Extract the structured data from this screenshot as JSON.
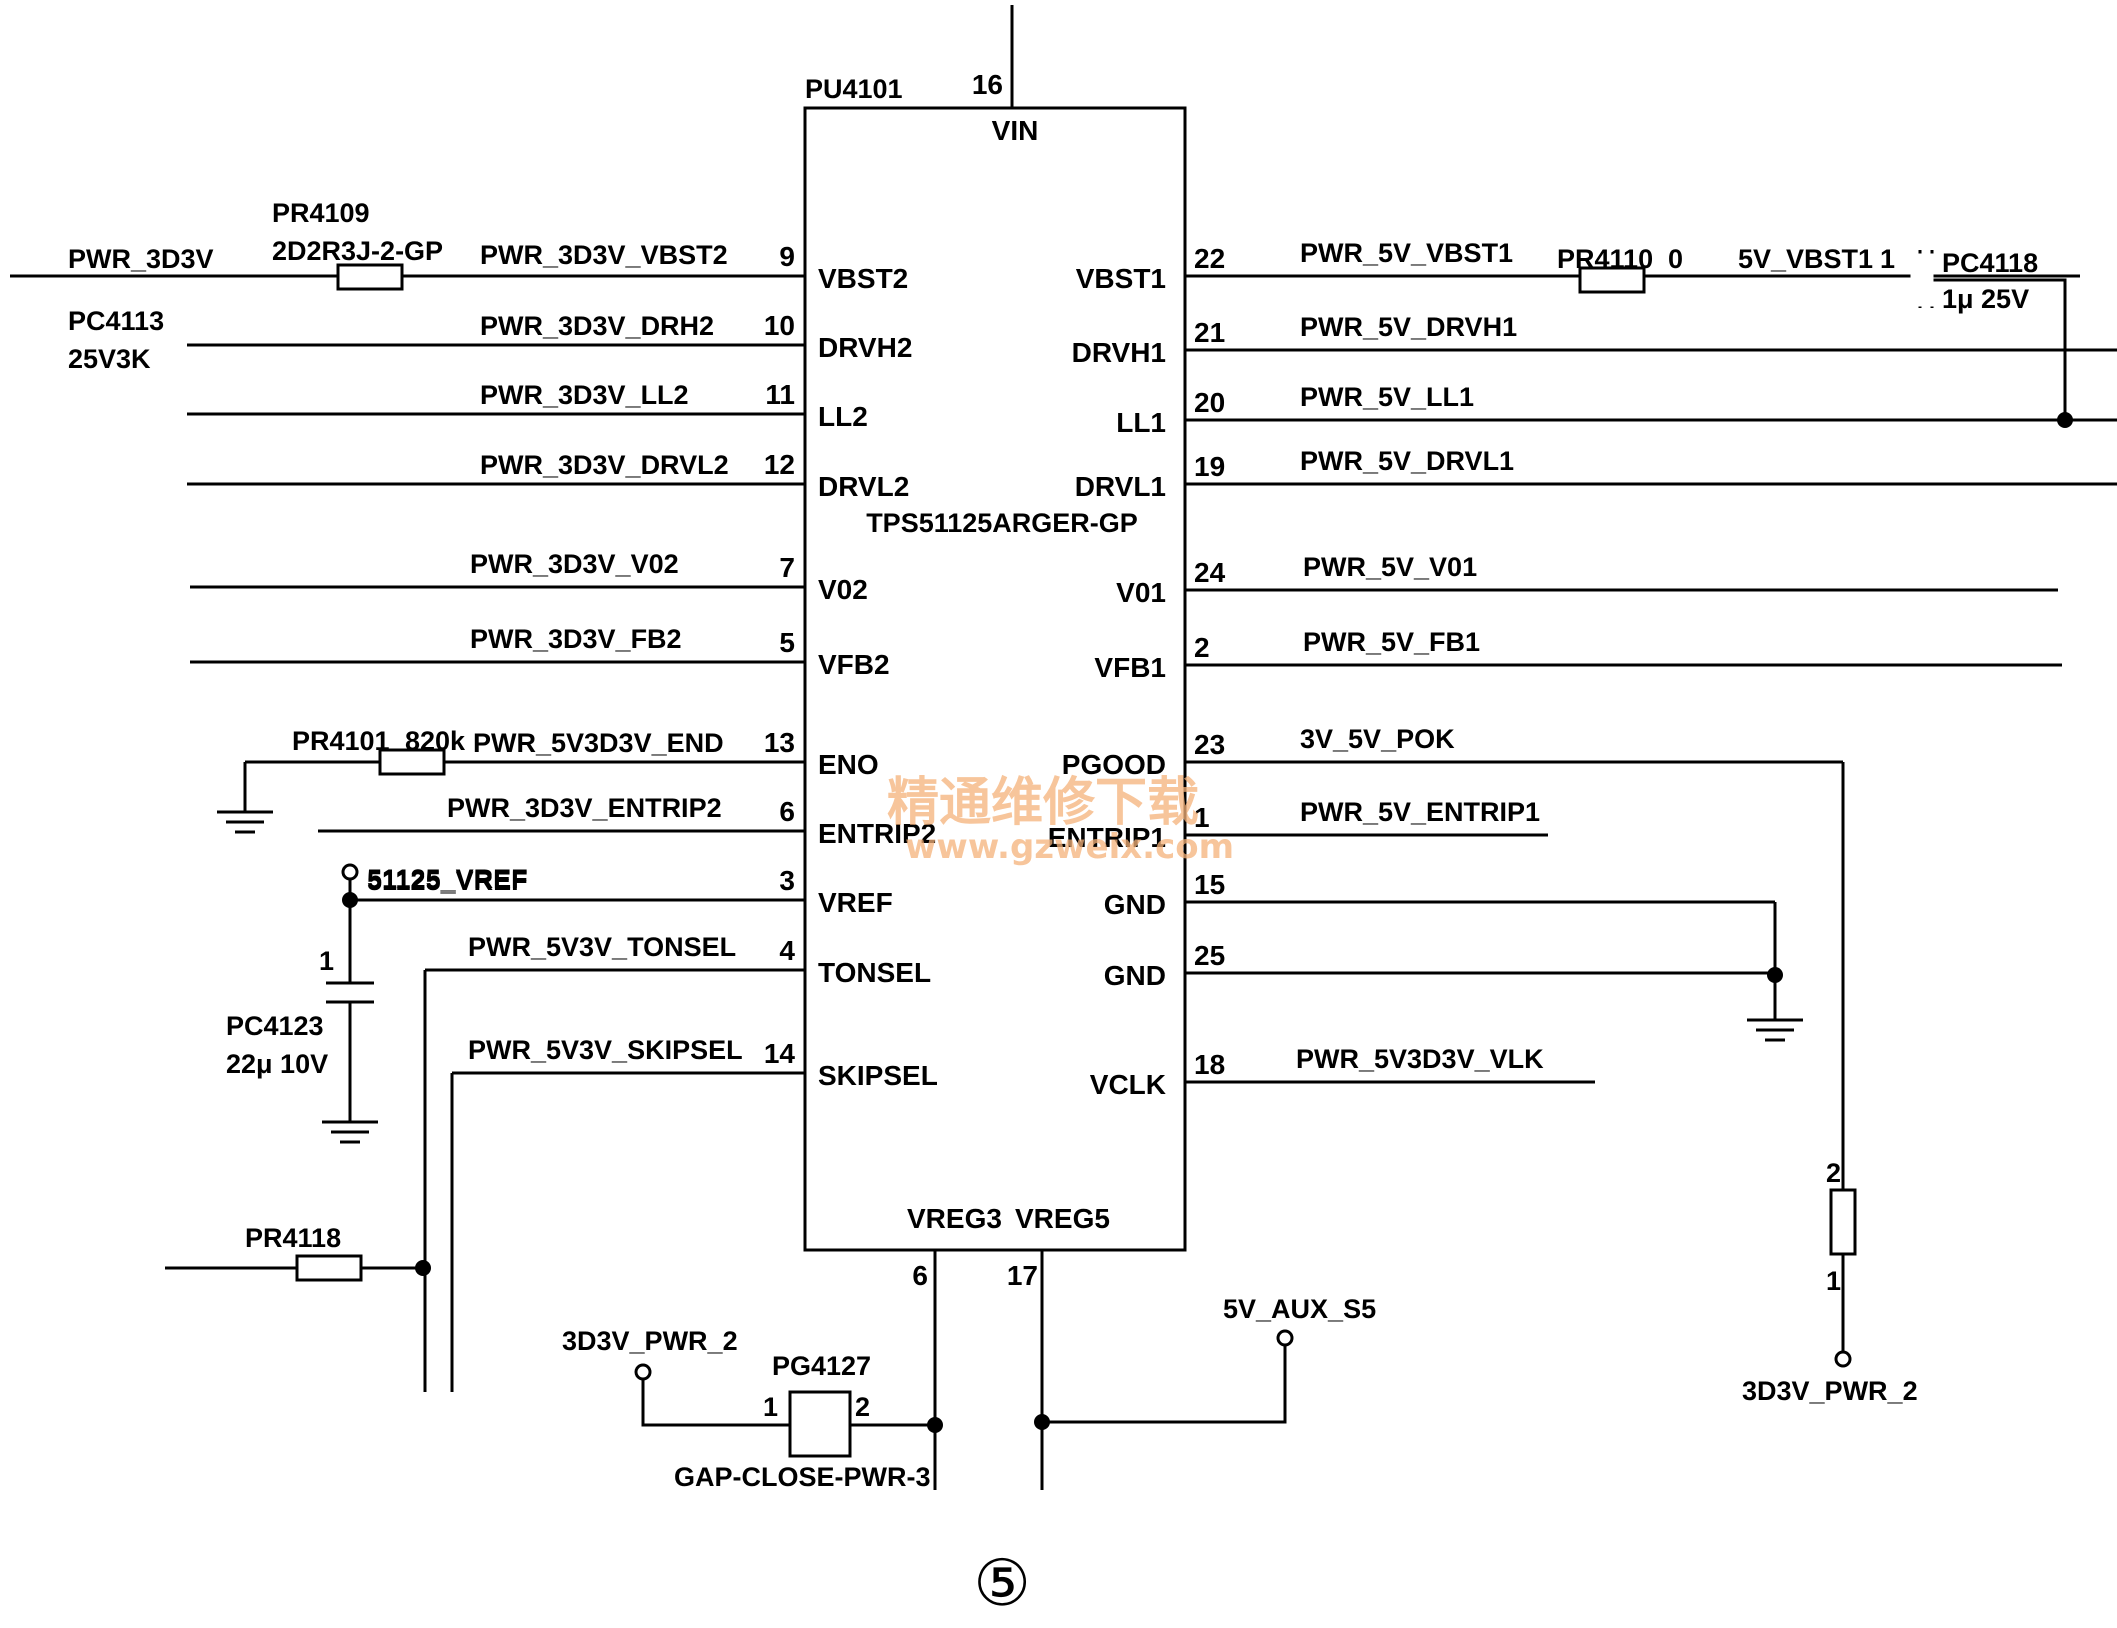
{
  "chip": {
    "ref": "PU4101",
    "part": "TPS51125ARGER-GP",
    "vin_pin": "16",
    "vin_name": "VIN"
  },
  "left_pins": [
    {
      "num": "9",
      "name": "VBST2",
      "net": "PWR_3D3V_VBST2"
    },
    {
      "num": "10",
      "name": "DRVH2",
      "net": "PWR_3D3V_DRH2"
    },
    {
      "num": "11",
      "name": "LL2",
      "net": "PWR_3D3V_LL2"
    },
    {
      "num": "12",
      "name": "DRVL2",
      "net": "PWR_3D3V_DRVL2"
    },
    {
      "num": "7",
      "name": "V02",
      "net": "PWR_3D3V_V02"
    },
    {
      "num": "5",
      "name": "VFB2",
      "net": "PWR_3D3V_FB2"
    },
    {
      "num": "13",
      "name": "ENO",
      "net": "PWR_5V3D3V_END"
    },
    {
      "num": "6",
      "name": "ENTRIP2",
      "net": "PWR_3D3V_ENTRIP2"
    },
    {
      "num": "3",
      "name": "VREF",
      "net": "51125_VREF"
    },
    {
      "num": "4",
      "name": "TONSEL",
      "net": "PWR_5V3V_TONSEL"
    },
    {
      "num": "14",
      "name": "SKIPSEL",
      "net": "PWR_5V3V_SKIPSEL"
    }
  ],
  "right_pins": [
    {
      "num": "22",
      "name": "VBST1",
      "net": "PWR_5V_VBST1"
    },
    {
      "num": "21",
      "name": "DRVH1",
      "net": "PWR_5V_DRVH1"
    },
    {
      "num": "20",
      "name": "LL1",
      "net": "PWR_5V_LL1"
    },
    {
      "num": "19",
      "name": "DRVL1",
      "net": "PWR_5V_DRVL1"
    },
    {
      "num": "24",
      "name": "V01",
      "net": "PWR_5V_V01"
    },
    {
      "num": "2",
      "name": "VFB1",
      "net": "PWR_5V_FB1"
    },
    {
      "num": "23",
      "name": "PGOOD",
      "net": "3V_5V_POK"
    },
    {
      "num": "1",
      "name": "ENTRIP1",
      "net": "PWR_5V_ENTRIP1"
    },
    {
      "num": "15",
      "name": "GND",
      "net": ""
    },
    {
      "num": "25",
      "name": "GND",
      "net": ""
    },
    {
      "num": "18",
      "name": "VCLK",
      "net": "PWR_5V3D3V_VLK"
    }
  ],
  "bottom_pins": [
    {
      "num": "6",
      "name": "VREG3"
    },
    {
      "num": "17",
      "name": "VREG5"
    }
  ],
  "labels": {
    "pwr_3d3v": "PWR_3D3V",
    "pr4109": "PR4109",
    "pr4109_val": "2D2R3J-2-GP",
    "pc4113": "PC4113",
    "pc4113_val": "25V3K",
    "pr4110": "PR4110",
    "pr4110_val": "0",
    "net_5v_vbst1": "5V_VBST1",
    "pc4118_pin": "1",
    "pc4118": "PC4118",
    "pc4118_val": "1μ 25V",
    "pr4101": "PR4101",
    "pr4101_val": "820k",
    "pc4123_pin": "1",
    "pc4123": "PC4123",
    "pc4123_val": "22μ 10V",
    "pr4118": "PR4118",
    "net_3d3v_pwr_2_left": "3D3V_PWR_2",
    "pg4127": "PG4127",
    "pg4127_pin1": "1",
    "pg4127_pin2": "2",
    "pg4127_val": "GAP-CLOSE-PWR-3",
    "net_5v_aux_s5": "5V_AUX_S5",
    "pull_pin2": "2",
    "pull_pin1": "1",
    "net_3d3v_pwr_2_right": "3D3V_PWR_2",
    "figure_mark": "⑤"
  },
  "watermark": {
    "cn": "精通维修下载",
    "url": "www.gzweix.com"
  }
}
